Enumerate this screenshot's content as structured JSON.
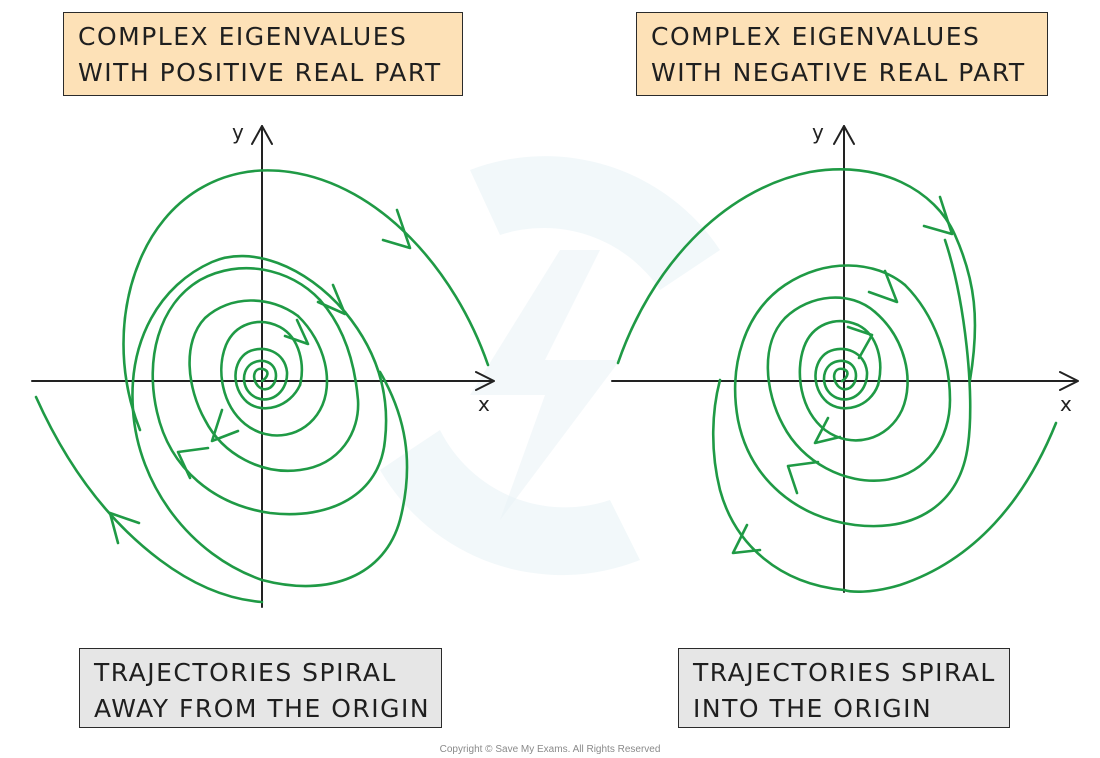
{
  "panels": {
    "left": {
      "title_line1": "COMPLEX EIGENVALUES",
      "title_line2": "WITH POSITIVE REAL PART",
      "caption_line1": "TRAJECTORIES SPIRAL",
      "caption_line2": "AWAY FROM THE ORIGIN",
      "x_label": "x",
      "y_label": "y"
    },
    "right": {
      "title_line1": "COMPLEX EIGENVALUES",
      "title_line2": "WITH NEGATIVE REAL PART",
      "caption_line1": "TRAJECTORIES SPIRAL",
      "caption_line2": "INTO THE ORIGIN",
      "x_label": "x",
      "y_label": "y"
    }
  },
  "colors": {
    "title_box": "#fde1b7",
    "caption_box": "#e6e6e6",
    "trajectory": "#1f9a45",
    "axis": "#222222"
  },
  "footer": {
    "copyright": "Copyright © Save My Exams. All Rights Reserved"
  }
}
